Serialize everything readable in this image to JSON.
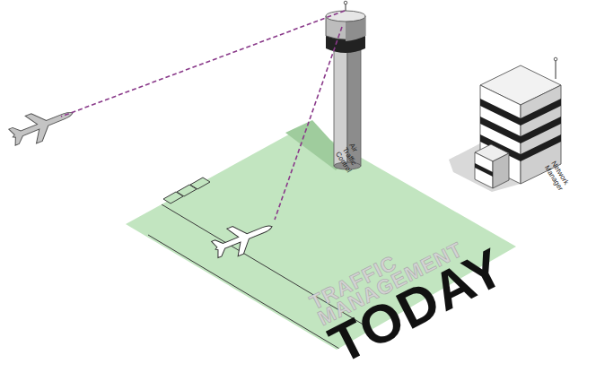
{
  "diagram": {
    "nodes": [
      {
        "text": [
          "Air Traffic Control"
        ]
      },
      {
        "text": [
          "Network Manager"
        ]
      }
    ],
    "labels": [
      "TRAFFIC MANAGEMENT",
      "TODAY"
    ]
  }
}
